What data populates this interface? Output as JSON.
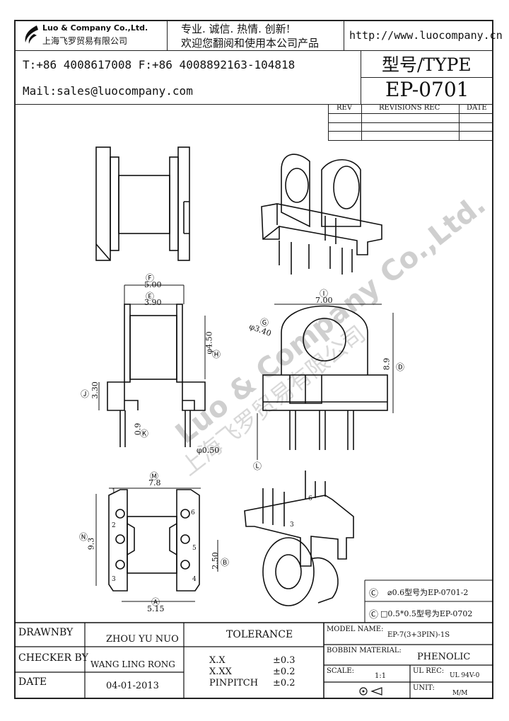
{
  "header": {
    "company_name_en": "Luo & Company Co.,Ltd.",
    "company_name_cn": "上海飞罗贸易有限公司",
    "slogan": "专业. 诚信. 热情. 创新!",
    "welcome": "欢迎您翻阅和使用本公司产品",
    "website": "http://www.luocompany.cn",
    "phone": "T:+86 4008617008 F:+86 4008892163-104818",
    "mail": "Mail:sales@luocompany.com",
    "type_label": "型号/TYPE",
    "model": "EP-0701"
  },
  "revisions": {
    "col_rev": "REV",
    "col_rec": "REVISIONS REC",
    "col_date": "DATE"
  },
  "dimensions": {
    "f_marker": "Ⓕ",
    "f_value": "5.00",
    "e_marker": "Ⓔ",
    "e_value": "3.90",
    "h_marker": "Ⓗ",
    "h_value": "φ4.50",
    "j_marker": "Ⓙ",
    "j_value": "3.30",
    "k_marker": "Ⓚ",
    "k_value": "0.9",
    "c_value": "φ0.50",
    "i_marker": "Ⓘ",
    "i_value": "7.00",
    "g_marker": "Ⓖ",
    "g_value": "φ3.40",
    "d_marker": "Ⓓ",
    "d_value": "8.9",
    "l_marker": "Ⓛ",
    "m_marker": "Ⓜ",
    "m_value": "7.8",
    "n_marker": "Ⓝ",
    "n_value": "9.3",
    "b_marker": "Ⓑ",
    "b_value": "2.50",
    "a_marker": "Ⓐ",
    "a_value": "5.15",
    "pin_1": "1",
    "pin_2": "2",
    "pin_3": "3",
    "pin_4": "4",
    "pin_5": "5",
    "pin_6": "6",
    "iso_pin_3": "3",
    "iso_pin_6": "6"
  },
  "notes": {
    "note1_marker": "Ⓒ",
    "note1": "⌀0.6型号为EP-0701-2",
    "note2_marker": "Ⓒ",
    "note2": "□0.5*0.5型号为EP-0702"
  },
  "watermark": {
    "text_en": "Luo & Company Co.,Ltd.",
    "text_cn": "上海飞罗贸易有限公司"
  },
  "title_block": {
    "drawnby_label": "DRAWNBY",
    "drawnby_value": "ZHOU YU NUO",
    "checker_label": "CHECKER BY",
    "checker_value": "WANG LING RONG",
    "date_label": "DATE",
    "date_value": "04-01-2013",
    "tolerance_label": "TOLERANCE",
    "tol_rows": [
      {
        "key": "X.X",
        "val": "±0.3"
      },
      {
        "key": "X.XX",
        "val": "±0.2"
      },
      {
        "key": "PINPITCH",
        "val": "±0.2"
      }
    ],
    "model_name_label": "MODEL NAME:",
    "model_name_value": "EP-7(3+3PIN)-1S",
    "bobbin_label": "BOBBIN MATERIAL:",
    "bobbin_value": "PHENOLIC",
    "scale_label": "SCALE:",
    "scale_value": "1:1",
    "ul_label": "UL REC:",
    "ul_value": "UL 94V-0",
    "unit_label": "UNIT:",
    "unit_value": "M/M"
  }
}
